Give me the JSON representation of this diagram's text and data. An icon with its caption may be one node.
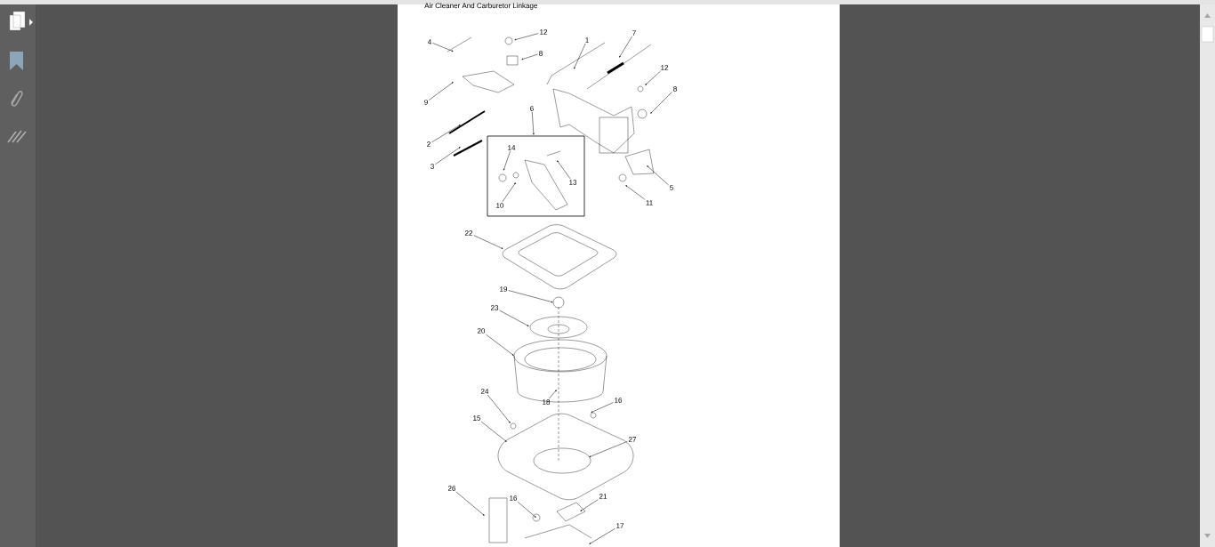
{
  "diagram": {
    "title": "Air Cleaner And Carburetor Linkage",
    "nodes": [
      {
        "text": [
          "4"
        ]
      },
      {
        "text": [
          "12"
        ]
      },
      {
        "text": [
          "8"
        ]
      },
      {
        "text": [
          "1"
        ]
      },
      {
        "text": [
          "7"
        ]
      },
      {
        "text": [
          "12"
        ]
      },
      {
        "text": [
          "8"
        ]
      },
      {
        "text": [
          "9"
        ]
      },
      {
        "text": [
          "2"
        ]
      },
      {
        "text": [
          "3"
        ]
      },
      {
        "text": [
          "6"
        ]
      },
      {
        "text": [
          "14"
        ]
      },
      {
        "text": [
          "13"
        ]
      },
      {
        "text": [
          "10"
        ]
      },
      {
        "text": [
          "5"
        ]
      },
      {
        "text": [
          "11"
        ]
      },
      {
        "text": [
          "22"
        ]
      },
      {
        "text": [
          "19"
        ]
      },
      {
        "text": [
          "23"
        ]
      },
      {
        "text": [
          "20"
        ]
      },
      {
        "text": [
          "24"
        ]
      },
      {
        "text": [
          "18"
        ]
      },
      {
        "text": [
          "16"
        ]
      },
      {
        "text": [
          "15"
        ]
      },
      {
        "text": [
          "27"
        ]
      },
      {
        "text": [
          "26"
        ]
      },
      {
        "text": [
          "16"
        ]
      },
      {
        "text": [
          "21"
        ]
      },
      {
        "text": [
          "17"
        ]
      }
    ],
    "edges": [
      {
        "from": 0,
        "to": null,
        "arrow": "to"
      },
      {
        "from": 1,
        "to": null,
        "arrow": "to"
      },
      {
        "from": 2,
        "to": null,
        "arrow": "to"
      },
      {
        "from": 3,
        "to": null,
        "arrow": "to"
      },
      {
        "from": 4,
        "to": null,
        "arrow": "to"
      },
      {
        "from": 5,
        "to": null,
        "arrow": "to"
      },
      {
        "from": 6,
        "to": null,
        "arrow": "to"
      },
      {
        "from": 7,
        "to": null,
        "arrow": "to"
      },
      {
        "from": 8,
        "to": null,
        "arrow": "to"
      },
      {
        "from": 9,
        "to": null,
        "arrow": "to"
      },
      {
        "from": 10,
        "to": null,
        "arrow": "to"
      },
      {
        "from": 11,
        "to": null,
        "arrow": "to"
      },
      {
        "from": 12,
        "to": null,
        "arrow": "to"
      },
      {
        "from": 13,
        "to": null,
        "arrow": "to"
      },
      {
        "from": 14,
        "to": null,
        "arrow": "to"
      },
      {
        "from": 15,
        "to": null,
        "arrow": "to"
      },
      {
        "from": 16,
        "to": null,
        "arrow": "to"
      },
      {
        "from": 17,
        "to": null,
        "arrow": "to"
      },
      {
        "from": 18,
        "to": null,
        "arrow": "to"
      },
      {
        "from": 19,
        "to": null,
        "arrow": "to"
      },
      {
        "from": 20,
        "to": null,
        "arrow": "to"
      },
      {
        "from": 21,
        "to": null,
        "arrow": "to"
      },
      {
        "from": 22,
        "to": null,
        "arrow": "to"
      },
      {
        "from": 23,
        "to": null,
        "arrow": "to"
      },
      {
        "from": 24,
        "to": null,
        "arrow": "to"
      },
      {
        "from": 25,
        "to": null,
        "arrow": "to"
      },
      {
        "from": 26,
        "to": null,
        "arrow": "to"
      },
      {
        "from": 27,
        "to": null,
        "arrow": "to"
      },
      {
        "from": 28,
        "to": null,
        "arrow": "to"
      }
    ]
  }
}
